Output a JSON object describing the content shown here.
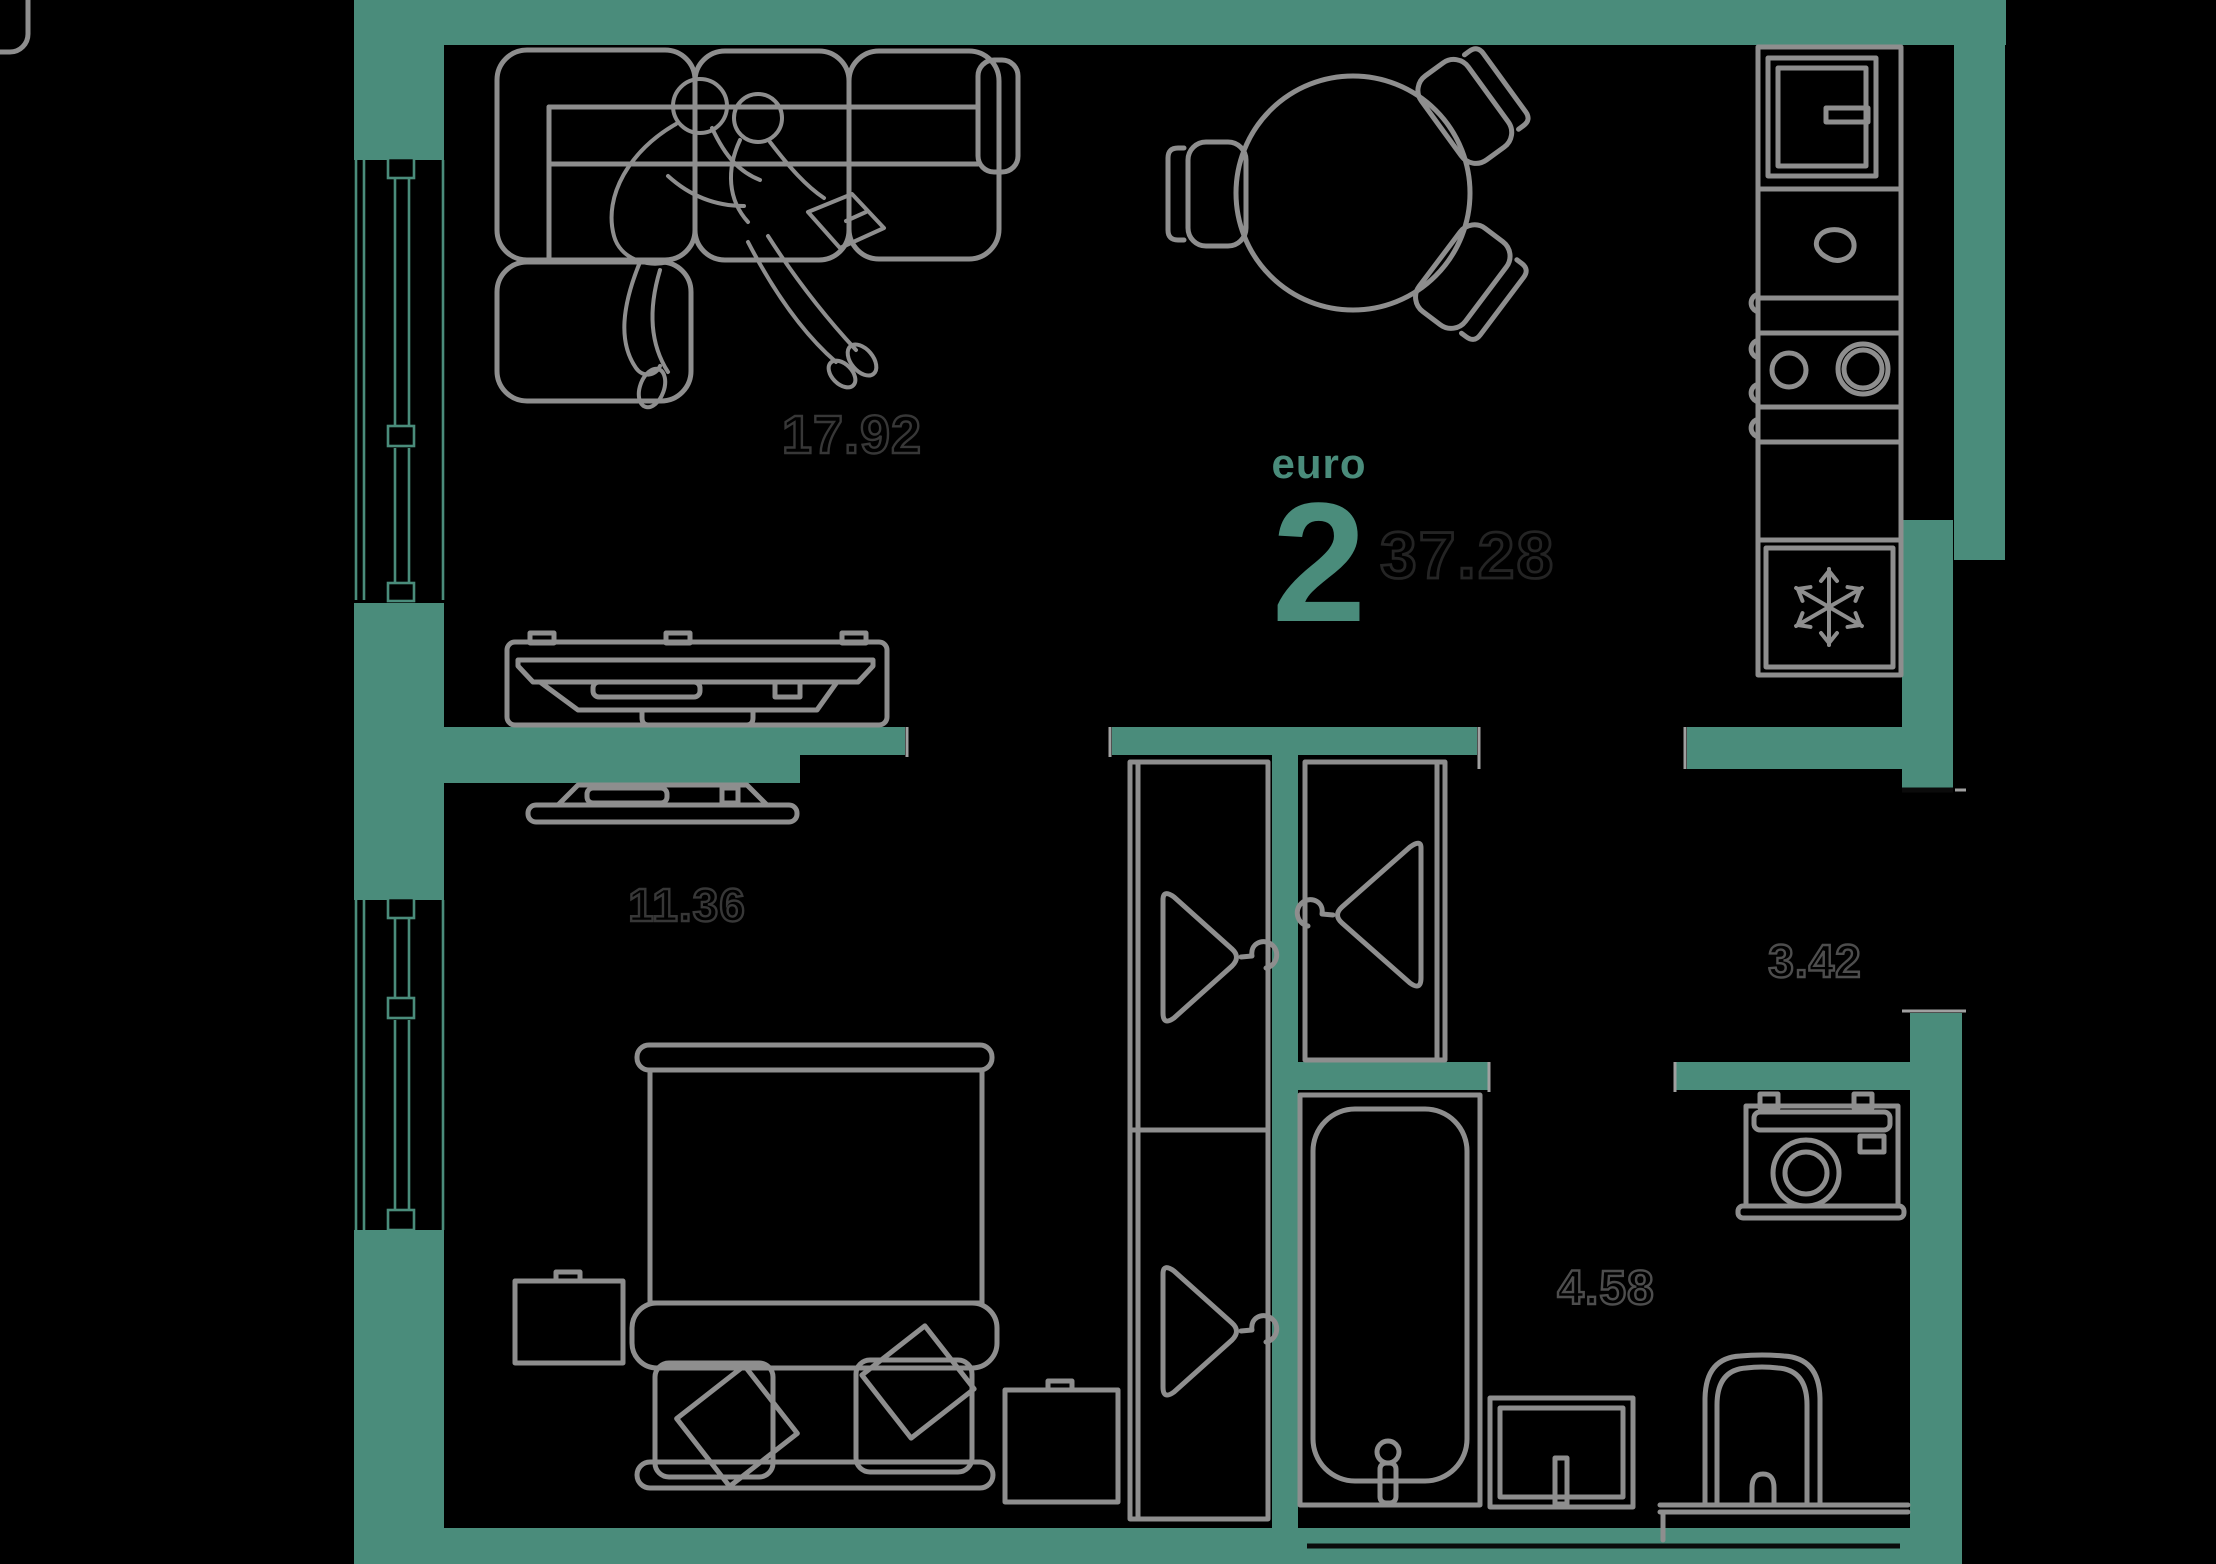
{
  "floorplan": {
    "unit_type_label": "euro",
    "unit_rooms_count": "2",
    "total_area": "37.28",
    "areas": {
      "living_room": "17.92",
      "bedroom": "11.36",
      "hallway": "3.42",
      "bathroom": "4.58"
    },
    "colors": {
      "background": "#000000",
      "wall": "#4a8c7b",
      "furniture_line": "#8e8e8e",
      "label_stroke": "#373737",
      "label_stroke_light": "#4d4d4d",
      "total_stroke": "#242424",
      "accent_text": "#4a8c7b"
    }
  }
}
